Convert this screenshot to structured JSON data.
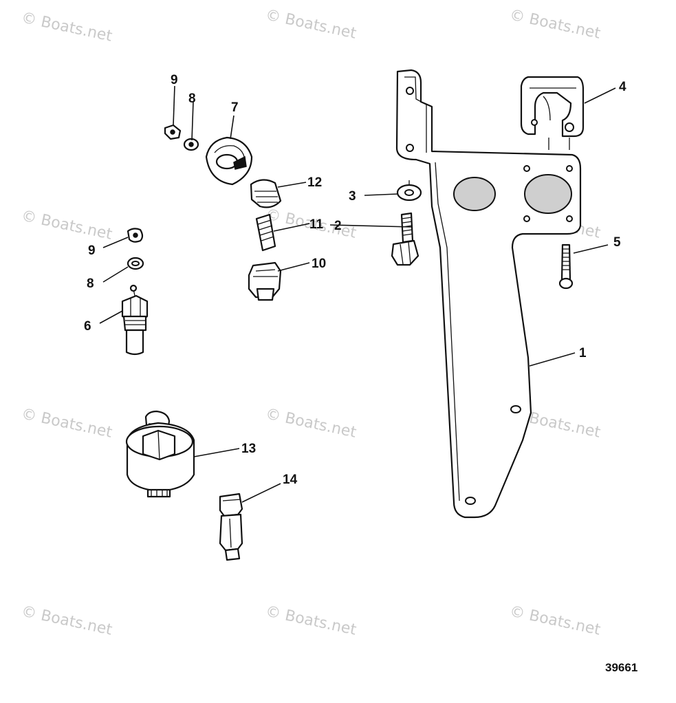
{
  "watermarks": [
    "© Boats.net",
    "© Boats.net",
    "© Boats.net",
    "© Boats.net",
    "© Boats.net",
    "© Boats.net",
    "© Boats.net",
    "© Boats.net",
    "© Boats.net",
    "© Boats.net",
    "© Boats.net",
    "© Boats.net"
  ],
  "callouts": {
    "c1": "1",
    "c2": "2",
    "c3": "3",
    "c4": "4",
    "c5": "5",
    "c6": "6",
    "c7": "7",
    "c8a": "8",
    "c8b": "8",
    "c9a": "9",
    "c9b": "9",
    "c10": "10",
    "c11": "11",
    "c12": "12",
    "c13": "13",
    "c14": "14"
  },
  "drawing_number": "39661"
}
